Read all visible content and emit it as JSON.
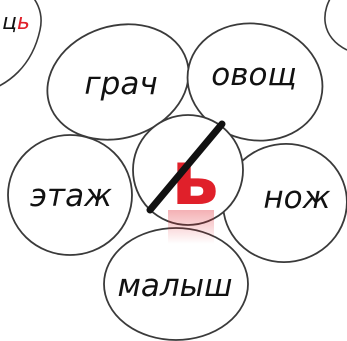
{
  "corner_fragment": {
    "prefix": "ц",
    "soft_sign": "ь"
  },
  "center": {
    "letter": "ь",
    "crossed_out": true
  },
  "petals": [
    {
      "word": "грач"
    },
    {
      "word": "овощ"
    },
    {
      "word": "нож"
    },
    {
      "word": "малыш"
    },
    {
      "word": "этаж"
    }
  ],
  "colors": {
    "letter": "#e0202a",
    "outline": "#3a3a3a",
    "strike": "#111111",
    "text": "#111111"
  }
}
